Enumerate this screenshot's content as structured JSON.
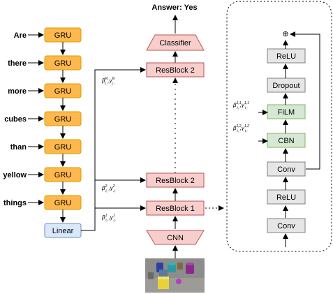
{
  "question_words": [
    "Are",
    "there",
    "more",
    "cubes",
    "than",
    "yellow",
    "things"
  ],
  "gru_label": "GRU",
  "linear_label": "Linear",
  "answer": "Answer: Yes",
  "classifier_label": "Classifier",
  "resblock_labels": [
    "ResBlock 2",
    "ResBlock 2",
    "ResBlock 1"
  ],
  "cnn_label": "CNN",
  "film_params": {
    "n": {
      "main": "β",
      "sup_a": "N",
      "sub_a": "i,·",
      "sep": ",γ",
      "sup_b": "N",
      "sub_b": "i,·"
    },
    "two": {
      "main": "β",
      "sup_a": "2",
      "sub_a": "i,·",
      "sep": ",γ",
      "sup_b": "2",
      "sub_b": "i,·"
    },
    "one": {
      "main": "β",
      "sup_a": "1",
      "sub_a": "i,·",
      "sep": ",γ",
      "sup_b": "1",
      "sub_b": "i,·"
    },
    "film_in": {
      "main": "β",
      "sup_a": "1,1",
      "sub_a": "i,·",
      "sep": ",γ",
      "sup_b": "1,1",
      "sub_b": "i,·"
    },
    "cbn_in": {
      "main": "β",
      "sup_a": "1,2",
      "sub_a": "i,·",
      "sep": ",γ",
      "sup_b": "1,2",
      "sub_b": "i,·"
    }
  },
  "detail_blocks": [
    "ReLU",
    "Dropout",
    "FiLM",
    "CBN",
    "Conv",
    "ReLU",
    "Conv"
  ],
  "sum_symbol": "⊕",
  "colors": {
    "gru_fill": "#ffb84d",
    "gru_stroke": "#d79b00",
    "linear_fill": "#dae8fc",
    "linear_stroke": "#6c8ebf",
    "resblock_fill": "#f8cecc",
    "resblock_stroke": "#b85450",
    "grey_fill": "#e6e6e6",
    "grey_stroke": "#808080",
    "green_fill": "#d5e8d4",
    "green_stroke": "#82b366"
  }
}
